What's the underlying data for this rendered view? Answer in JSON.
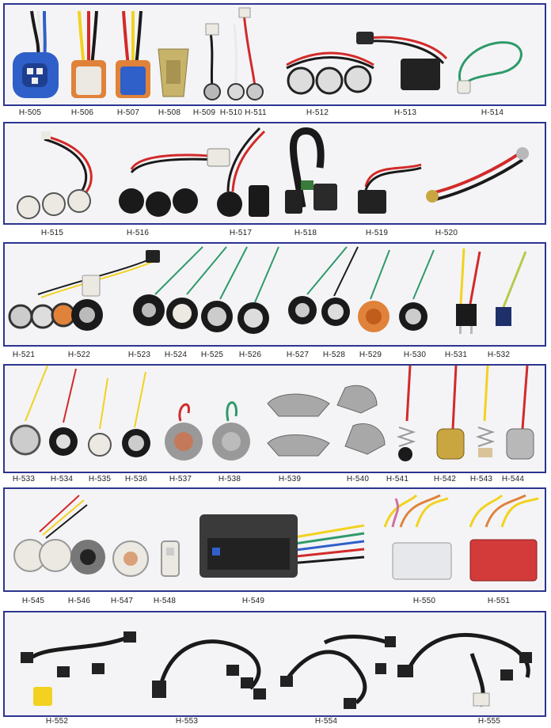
{
  "colors": {
    "border": "#2c3590",
    "panel_bg": "#f4f4f6",
    "wire_red": "#d22a2a",
    "wire_black": "#1a1a1a",
    "wire_yellow": "#f2d21f",
    "wire_green": "#2e9a6a",
    "wire_white": "#e9e9e9",
    "connector_blue": "#2f5fc9",
    "connector_orange": "#e0823a",
    "connector_white": "#ece9e2",
    "connector_red": "#d33a3a",
    "metal": "#a8a8a8"
  },
  "rows": [
    {
      "id": "row1",
      "items": [
        {
          "label": "H-505",
          "kind": "blue-plug"
        },
        {
          "label": "H-506",
          "kind": "white-orange-plug"
        },
        {
          "label": "H-507",
          "kind": "orange-blue-plug"
        },
        {
          "label": "H-508",
          "kind": "metal-bracket"
        },
        {
          "label": "H-509",
          "kind": "socket-wire"
        },
        {
          "label": "H-510",
          "kind": "socket-wire"
        },
        {
          "label": "H-511",
          "kind": "socket-wire"
        },
        {
          "label": "H-512",
          "kind": "socket-trio"
        },
        {
          "label": "H-513",
          "kind": "harness-connector"
        },
        {
          "label": "H-514",
          "kind": "green-loop"
        }
      ]
    },
    {
      "id": "row2",
      "items": [
        {
          "label": "H-515",
          "kind": "socket-trio"
        },
        {
          "label": "H-516",
          "kind": "black-socket-trio"
        },
        {
          "label": "H-517",
          "kind": "socket-plug"
        },
        {
          "label": "H-518",
          "kind": "corrugated-harness"
        },
        {
          "label": "H-519",
          "kind": "red-black-plug"
        },
        {
          "label": "H-520",
          "kind": "battery-cable"
        }
      ]
    },
    {
      "id": "row3",
      "items": [
        {
          "label": "H-521",
          "kind": "socket-cluster"
        },
        {
          "label": "H-522",
          "kind": "socket-cluster"
        },
        {
          "label": "H-523",
          "kind": "round-socket"
        },
        {
          "label": "H-524",
          "kind": "round-socket"
        },
        {
          "label": "H-525",
          "kind": "round-socket"
        },
        {
          "label": "H-526",
          "kind": "round-socket"
        },
        {
          "label": "H-527",
          "kind": "round-socket"
        },
        {
          "label": "H-528",
          "kind": "round-socket"
        },
        {
          "label": "H-529",
          "kind": "orange-socket"
        },
        {
          "label": "H-530",
          "kind": "round-socket"
        },
        {
          "label": "H-531",
          "kind": "pin-plug"
        },
        {
          "label": "H-532",
          "kind": "pin-plug"
        }
      ]
    },
    {
      "id": "row4",
      "items": [
        {
          "label": "H-533",
          "kind": "round-socket"
        },
        {
          "label": "H-534",
          "kind": "round-socket"
        },
        {
          "label": "H-535",
          "kind": "round-socket"
        },
        {
          "label": "H-536",
          "kind": "round-socket"
        },
        {
          "label": "H-537",
          "kind": "large-socket"
        },
        {
          "label": "H-538",
          "kind": "large-socket"
        },
        {
          "label": "H-539",
          "kind": "battery-terminal"
        },
        {
          "label": "H-540",
          "kind": "battery-terminal"
        },
        {
          "label": "H-541",
          "kind": "spring-lead"
        },
        {
          "label": "H-542",
          "kind": "metal-socket"
        },
        {
          "label": "H-543",
          "kind": "spring-lead"
        },
        {
          "label": "H-544",
          "kind": "metal-socket"
        }
      ]
    },
    {
      "id": "row5",
      "items": [
        {
          "label": "H-545",
          "kind": "white-socket"
        },
        {
          "label": "H-546",
          "kind": "grey-socket"
        },
        {
          "label": "H-547",
          "kind": "white-socket"
        },
        {
          "label": "H-548",
          "kind": "small-bulb-socket"
        },
        {
          "label": "H-549",
          "kind": "ecu-connector"
        },
        {
          "label": "H-550",
          "kind": "white-multi-connector"
        },
        {
          "label": "H-551",
          "kind": "red-multi-connector"
        }
      ]
    },
    {
      "id": "row6",
      "items": [
        {
          "label": "H-552",
          "kind": "injector-harness"
        },
        {
          "label": "H-553",
          "kind": "injector-harness"
        },
        {
          "label": "H-554",
          "kind": "injector-harness"
        },
        {
          "label": "H-555",
          "kind": "injector-harness"
        }
      ]
    }
  ]
}
